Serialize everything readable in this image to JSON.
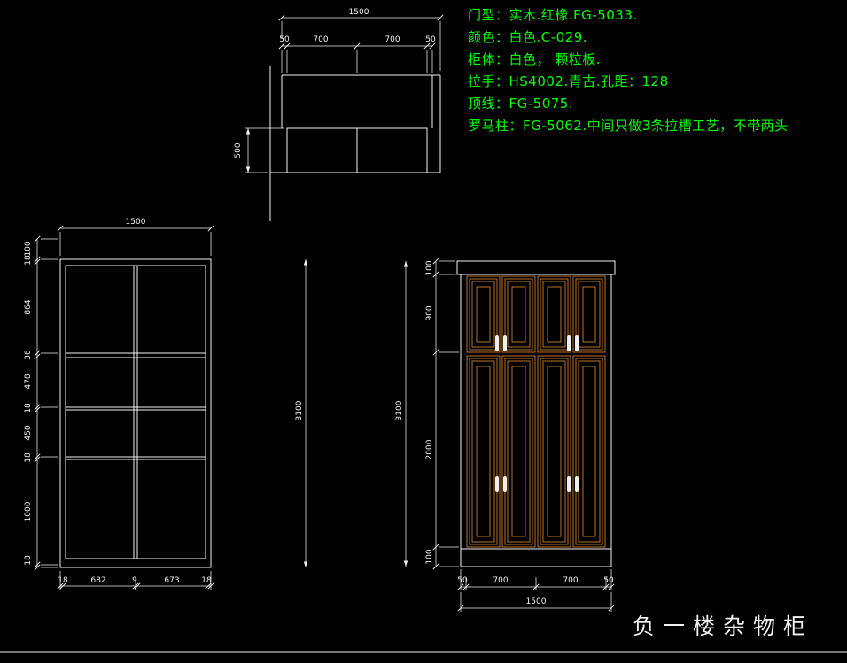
{
  "drawing": {
    "title": "负一楼杂物柜"
  },
  "notes": {
    "lines": [
      "门型：实木.红橡.FG-5033.",
      "颜色：白色.C-029.",
      "柜体：白色， 颗粒板.",
      "拉手：HS4002.青古.孔距：128",
      "顶线：FG-5075.",
      "罗马柱：FG-5062.中间只做3条拉槽工艺，不带两头"
    ]
  },
  "plan_view": {
    "total_width": "1500",
    "segments": [
      "50",
      "700",
      "700",
      "50"
    ],
    "depth": "500"
  },
  "structure_view": {
    "total_width": "1500",
    "left_chain": [
      "100",
      "18",
      "864",
      "36",
      "478",
      "18",
      "450",
      "18",
      "1000",
      "18"
    ],
    "bottom_chain": [
      "18",
      "682",
      "9",
      "673",
      "18"
    ],
    "overall_height": "3100"
  },
  "front_view": {
    "height_chain": [
      "100",
      "900",
      "2000",
      "100"
    ],
    "overall_height": "3100",
    "bottom_segments": [
      "50",
      "700",
      "700",
      "50"
    ],
    "total_width": "1500"
  },
  "colors": {
    "background": "#000000",
    "line": "#f2f2f2",
    "door": "#b9722d",
    "note": "#00ff00",
    "handle": "#ededed"
  }
}
